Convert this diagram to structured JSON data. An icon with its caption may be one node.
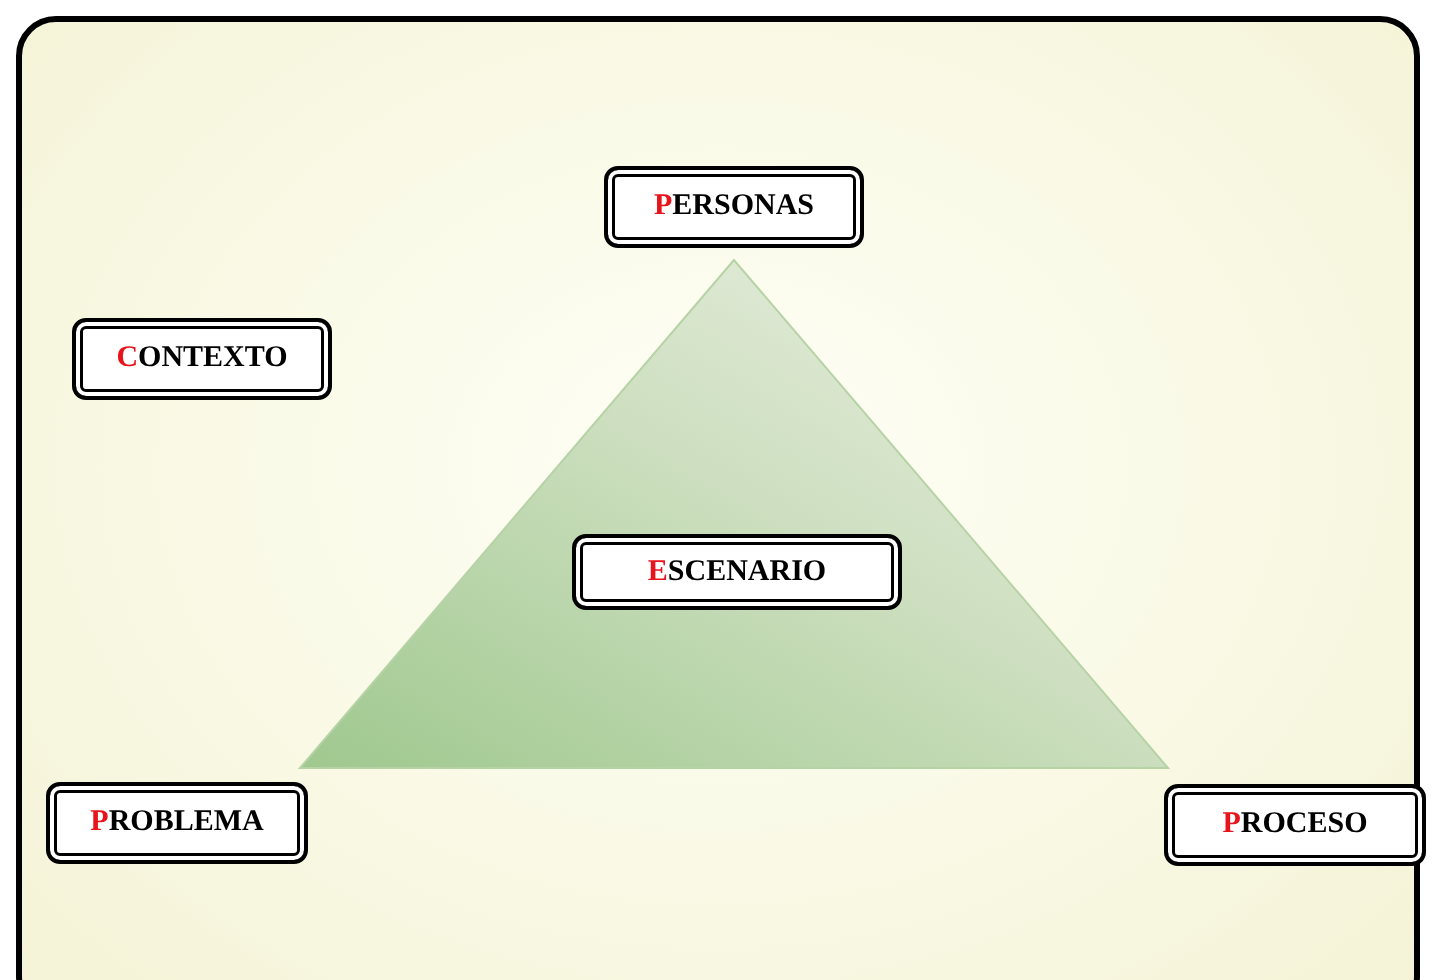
{
  "diagram": {
    "nodes": [
      {
        "text": [
          "PERSONAS"
        ]
      },
      {
        "text": [
          "CONTEXTO"
        ]
      },
      {
        "text": [
          "ESCENARIO"
        ]
      },
      {
        "text": [
          "PROBLEMA"
        ]
      },
      {
        "text": [
          "PROCESO"
        ]
      }
    ]
  }
}
